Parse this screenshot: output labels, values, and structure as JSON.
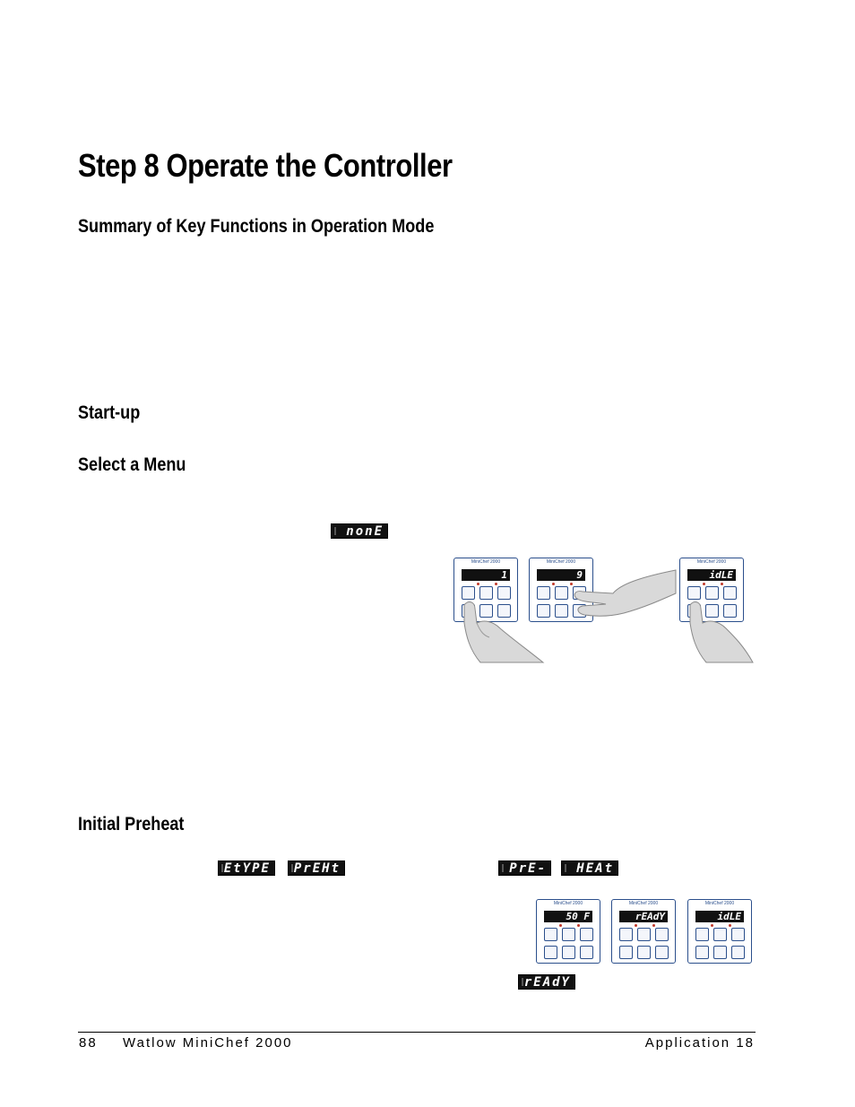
{
  "title": "Step 8 Operate the Controller",
  "sections": {
    "summary": "Summary of Key Functions in Operation Mode",
    "startup": "Start-up",
    "select_menu": "Select a Menu",
    "initial_preheat": "Initial Preheat"
  },
  "lcd_labels": {
    "none": "nonE",
    "etype": "EtYPE",
    "prehet": "PrEHt",
    "pre": "PrE-",
    "heat": "HEAt",
    "ready": "rEAdY"
  },
  "menu_panels": [
    {
      "brand": "MiniChef 2000",
      "display": "1"
    },
    {
      "brand": "MiniChef 2000",
      "display": "9"
    },
    {
      "brand": "MiniChef 2000",
      "display": "idLE"
    }
  ],
  "preheat_panels": [
    {
      "brand": "MiniChef 2000",
      "display": "50  F"
    },
    {
      "brand": "MiniChef 2000",
      "display": "rEAdY"
    },
    {
      "brand": "MiniChef 2000",
      "display": "idLE"
    }
  ],
  "footer": {
    "page_number": "88",
    "product": "Watlow MiniChef 2000",
    "application": "Application 18"
  }
}
